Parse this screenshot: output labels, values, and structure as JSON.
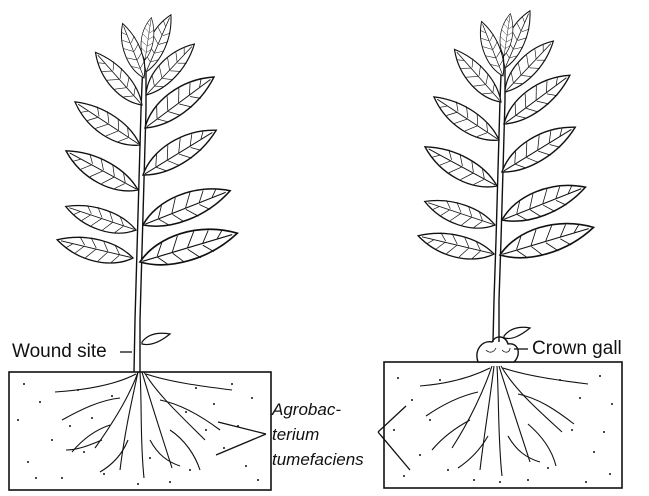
{
  "labels": {
    "wound_site": "Wound site",
    "crown_gall": "Crown gall",
    "bacterium_line1": "Agrobac-",
    "bacterium_line2": "terium",
    "bacterium_line3": "tumefaciens"
  },
  "colors": {
    "ink": "#111111",
    "background": "#ffffff"
  }
}
